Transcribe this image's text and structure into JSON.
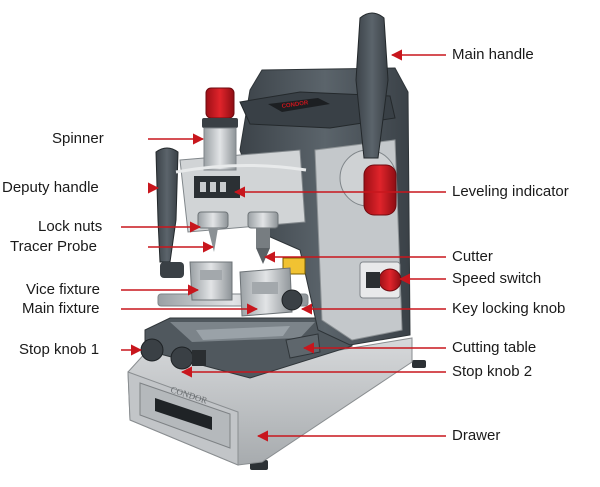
{
  "labels": {
    "main_handle": "Main handle",
    "spinner": "Spinner",
    "deputy_handle": "Deputy handle",
    "leveling_indicator": "Leveling indicator",
    "lock_nuts": "Lock nuts",
    "tracer_probe": "Tracer Probe",
    "cutter": "Cutter",
    "speed_switch": "Speed switch",
    "vice_fixture": "Vice fixture",
    "main_fixture": "Main fixture",
    "key_locking_knob": "Key locking knob",
    "stop_knob_1": "Stop knob 1",
    "cutting_table": "Cutting table",
    "stop_knob_2": "Stop knob 2",
    "drawer": "Drawer"
  },
  "machine": {
    "brand_drawer": "CONDOR",
    "brand_top": "CONDOR"
  },
  "colors": {
    "arrow": "#c8161d",
    "body_dark": "#4a5258",
    "body_light": "#c9ccce",
    "accent_red": "#c8161d"
  }
}
